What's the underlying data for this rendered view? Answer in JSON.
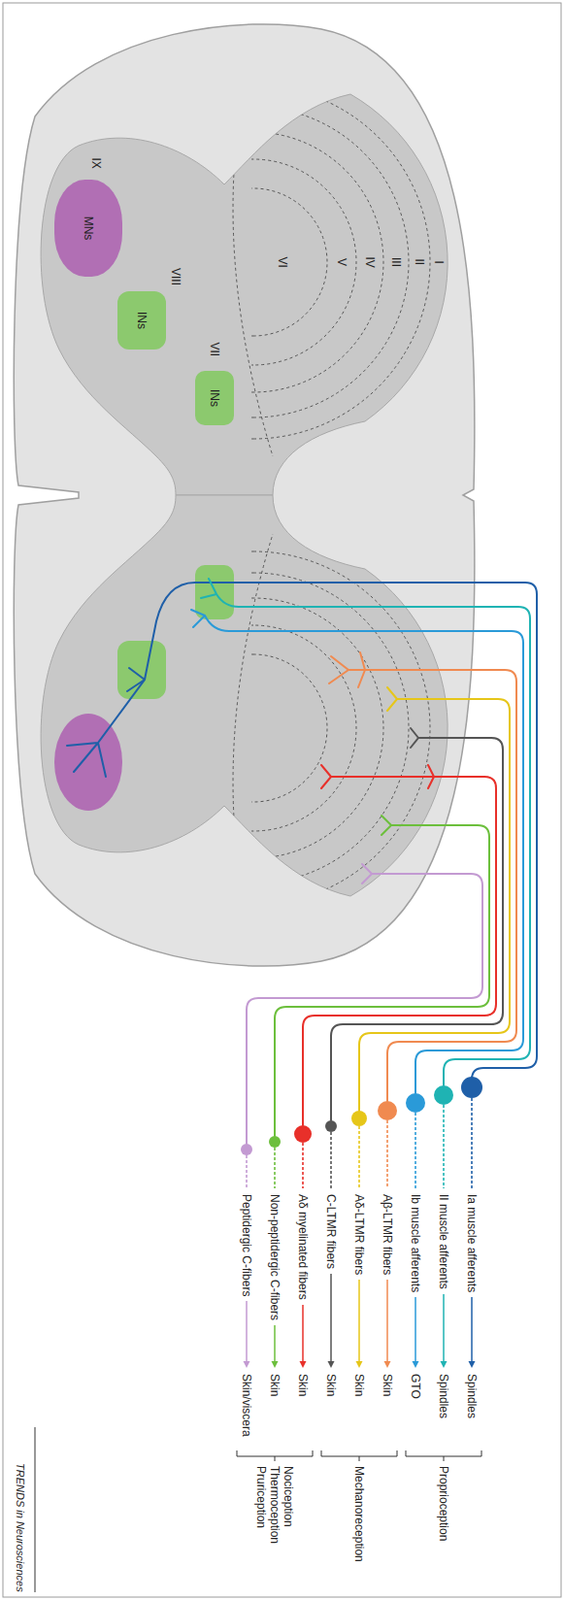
{
  "diagram": {
    "nodes": [
      {
        "text": [
          "INs"
        ]
      },
      {
        "text": [
          "INs"
        ]
      },
      {
        "text": [
          "MNs"
        ]
      }
    ],
    "labels": [
      "I",
      "II",
      "III",
      "IV",
      "V",
      "VI",
      "VII",
      "VIII",
      "IX",
      "Ia muscle afferents",
      "Spindles",
      "II muscle afferents",
      "Spindles",
      "Ib muscle afferents",
      "GTO",
      "Aβ-LTMR fibers",
      "Skin",
      "Aδ-LTMR fibers",
      "Skin",
      "C-LTMR fibers",
      "Skin",
      "Aδ myelinated fibers",
      "Skin",
      "Non-peptidergic C-fibers",
      "Skin",
      "Peptidergic C-fibers",
      "Skin/viscera",
      "Proprioception",
      "Mechanoreception",
      "Nociception",
      "Thermoception",
      "Pruriception",
      "TRENDS in Neurosciences"
    ]
  }
}
